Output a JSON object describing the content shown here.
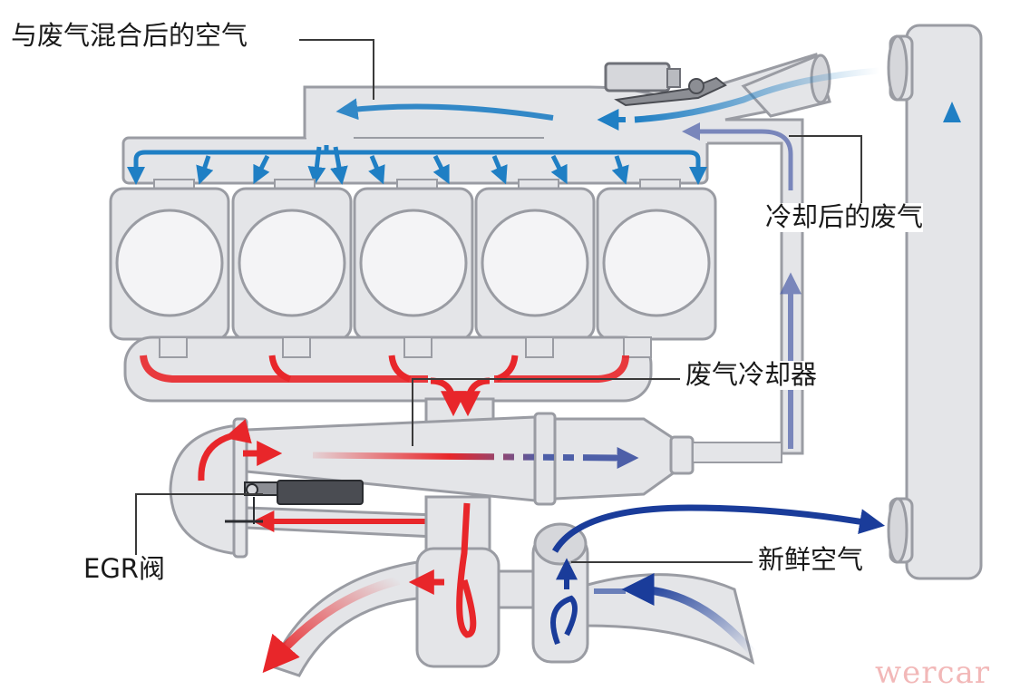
{
  "labels": {
    "mixed_air": "与废气混合后的空气",
    "cooled_exhaust": "冷却后的废气",
    "exhaust_cooler": "废气冷却器",
    "egr_valve": "EGR阀",
    "fresh_air": "新鲜空气"
  },
  "watermark": "wercar",
  "colors": {
    "hot_exhaust": "#e8262a",
    "cooled_exhaust": "#4d5fa8",
    "mixed_air": "#1f7fc4",
    "fresh_air": "#1a3c9a",
    "component_fill": "#e4e5e8",
    "component_stroke": "#9a9ca3"
  },
  "cylinders": [
    {
      "name": "cylinder-1"
    },
    {
      "name": "cylinder-2"
    },
    {
      "name": "cylinder-3"
    },
    {
      "name": "cylinder-4"
    },
    {
      "name": "cylinder-5"
    }
  ]
}
